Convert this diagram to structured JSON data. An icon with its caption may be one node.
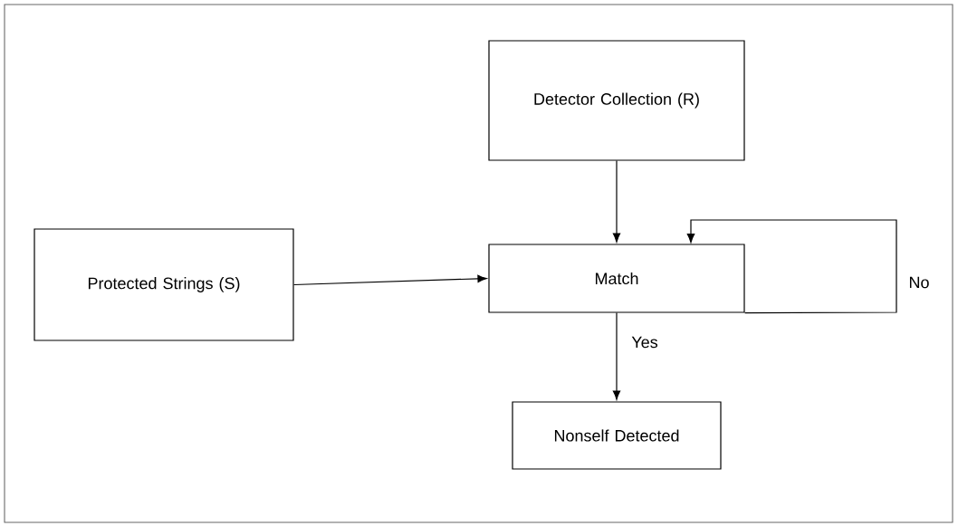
{
  "diagram": {
    "nodes": [
      {
        "text": [
          "Detector Collection (R)"
        ]
      },
      {
        "text": [
          "Protected Strings (S)"
        ]
      },
      {
        "text": [
          "Match"
        ]
      },
      {
        "text": [
          "Nonself Detected"
        ]
      }
    ],
    "edges": [
      {
        "from": 0,
        "to": 2,
        "arrow": "to"
      },
      {
        "from": 1,
        "to": 2,
        "arrow": "to"
      },
      {
        "from": 2,
        "to": 2,
        "arrow": "to",
        "label": "No"
      },
      {
        "from": 2,
        "to": 3,
        "arrow": "to",
        "label": "Yes"
      }
    ]
  }
}
